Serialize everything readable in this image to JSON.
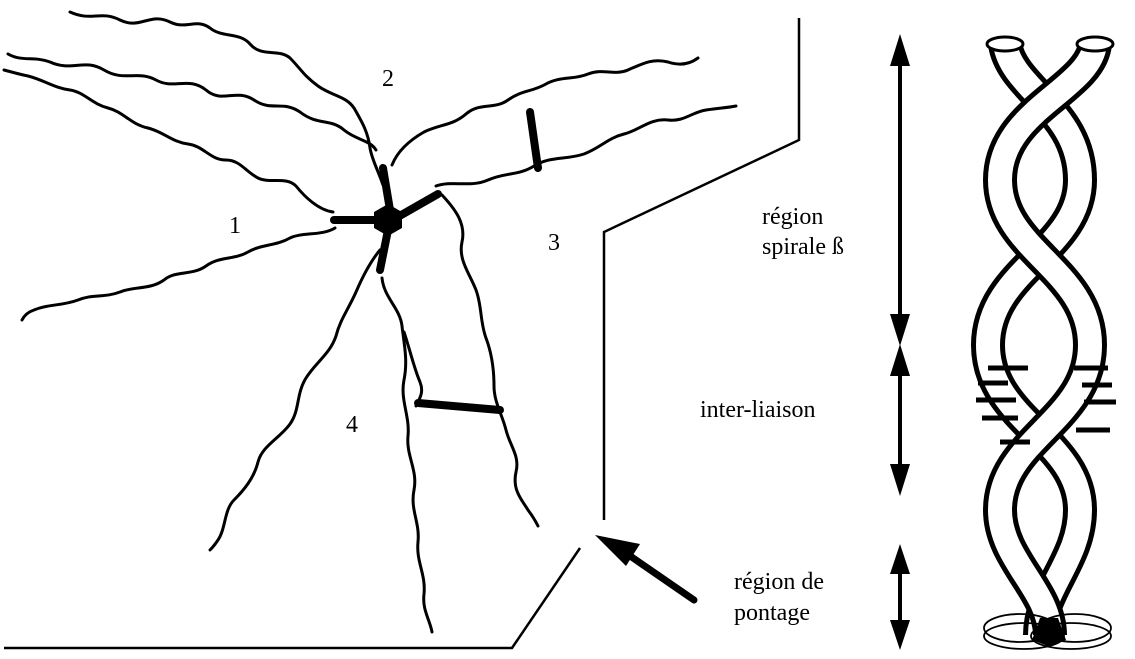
{
  "diagram": {
    "arm_labels": [
      "1",
      "2",
      "3",
      "4"
    ],
    "annotations": {
      "beta_spiral": [
        "région",
        "spirale ß"
      ],
      "crosslink": [
        "inter-liaison"
      ],
      "bridging": [
        "région de",
        "pontage"
      ]
    },
    "colors": {
      "ink": "#000000",
      "background": "#ffffff"
    }
  }
}
